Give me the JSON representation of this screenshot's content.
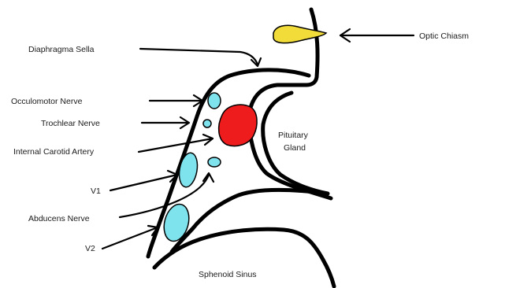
{
  "labels": {
    "optic_chiasm": "Optic Chiasm",
    "diaphragma_sella": "Diaphragma Sella",
    "oculomotor_nerve": "Occulomotor Nerve",
    "trochlear_nerve": "Trochlear Nerve",
    "internal_carotid_artery": "Internal Carotid Artery",
    "v1": "V1",
    "abducens_nerve": "Abducens Nerve",
    "v2": "V2",
    "pituitary_gland_line1": "Pituitary",
    "pituitary_gland_line2": "Gland",
    "sphenoid_sinus": "Sphenoid Sinus"
  },
  "colors": {
    "optic_chiasm": "#f2dc3a",
    "internal_carotid_artery": "#ee1c1c",
    "nerves": "#7fe3ee",
    "outline": "#000000",
    "background": "#ffffff"
  }
}
